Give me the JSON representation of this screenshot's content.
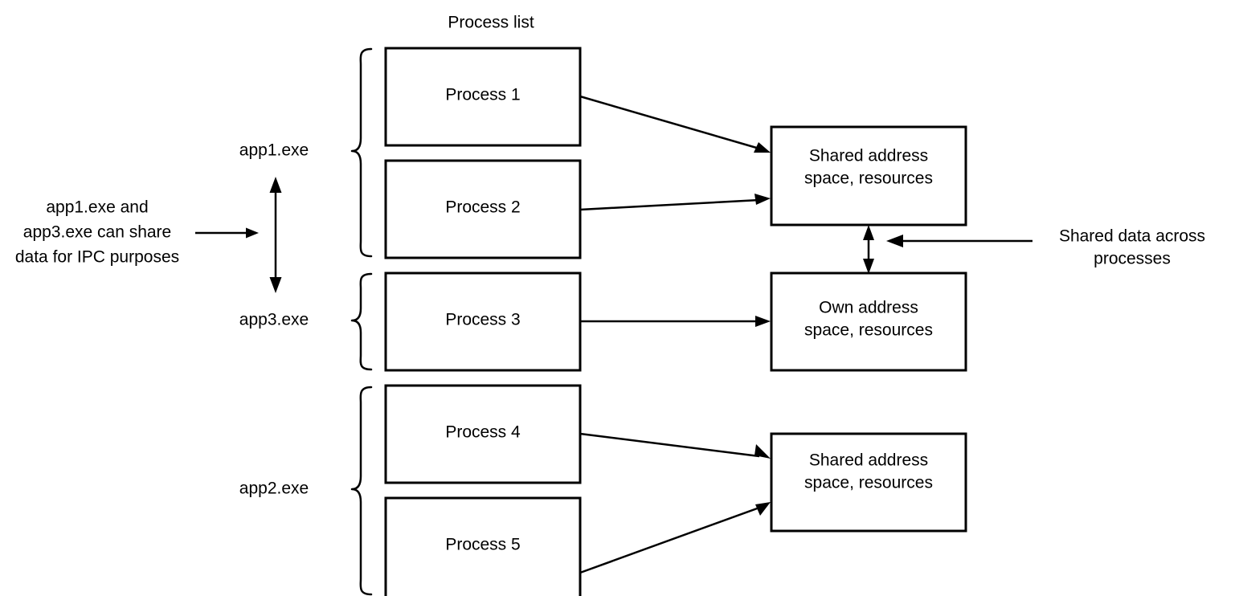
{
  "diagram": {
    "title": "Process list",
    "colors": {
      "stroke": "#000000",
      "fill": "#ffffff",
      "text": "#000000"
    },
    "annotations": {
      "left_note_line1": "app1.exe and",
      "left_note_line2": "app3.exe can share",
      "left_note_line3": "data for IPC purposes",
      "right_note_line1": "Shared data across",
      "right_note_line2": "processes"
    },
    "app_labels": [
      {
        "id": "app1",
        "label": "app1.exe"
      },
      {
        "id": "app3",
        "label": "app3.exe"
      },
      {
        "id": "app2",
        "label": "app2.exe"
      }
    ],
    "processes": [
      {
        "id": "p1",
        "label": "Process 1"
      },
      {
        "id": "p2",
        "label": "Process 2"
      },
      {
        "id": "p3",
        "label": "Process 3"
      },
      {
        "id": "p4",
        "label": "Process 4"
      },
      {
        "id": "p5",
        "label": "Process 5"
      }
    ],
    "memory_boxes": [
      {
        "id": "m1",
        "line1": "Shared address",
        "line2": "space, resources"
      },
      {
        "id": "m2",
        "line1": "Own address",
        "line2": "space, resources"
      },
      {
        "id": "m3",
        "line1": "Shared address",
        "line2": "space, resources"
      }
    ]
  }
}
